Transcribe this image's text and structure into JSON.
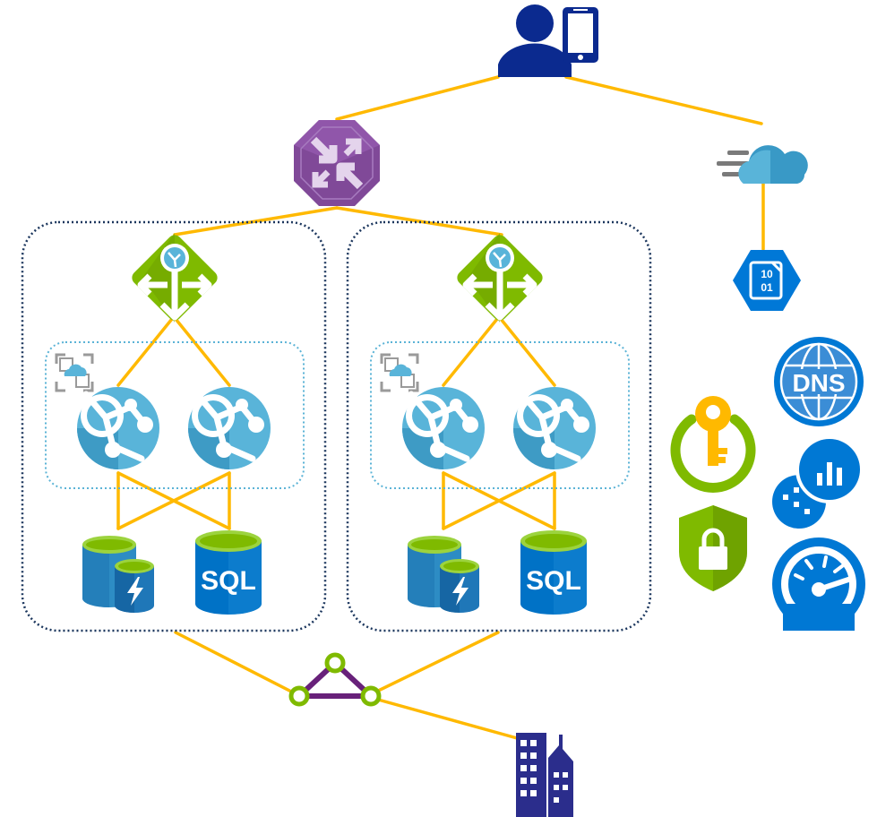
{
  "diagram": {
    "labels": {
      "sql_left": "SQL",
      "sql_right": "SQL",
      "dns": "DNS",
      "blob_top": "10",
      "blob_bottom": "01"
    },
    "colors": {
      "connector": "#FFB900",
      "traffic_manager": "#804998",
      "app_gateway": "#7FBA00",
      "app_service": "#59B4D9",
      "sql_blue": "#0072C6",
      "region_border": "#1B365D",
      "subnet_border": "#5BB3D6",
      "user_navy": "#0B2A8F",
      "building_navy": "#2B2D8C",
      "key_green": "#7FBA00",
      "shield_green": "#7FBA00",
      "dns_blue": "#0078D4",
      "cdn_blue": "#3999C6",
      "storage_blue": "#0078D7",
      "vnet_purple": "#68217A"
    },
    "icons": [
      "user-mobile-icon",
      "traffic-manager-icon",
      "cdn-cloud-icon",
      "blob-storage-icon",
      "app-gateway-icon",
      "app-service-icon",
      "cache-database-icon",
      "sql-database-icon",
      "key-vault-icon",
      "security-shield-icon",
      "dns-globe-icon",
      "analytics-icon",
      "monitor-gauge-icon",
      "vnet-triangle-icon",
      "on-prem-building-icon"
    ]
  }
}
